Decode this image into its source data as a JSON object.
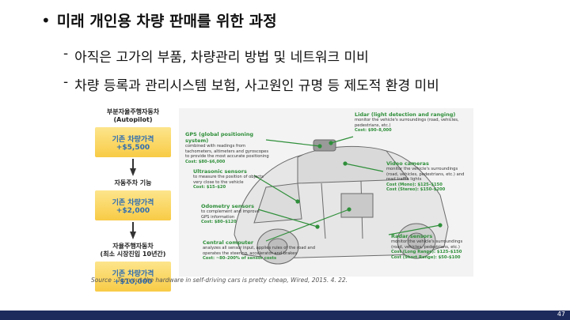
{
  "slide": {
    "heading": "미래 개인용 차량 판매를 위한 과정",
    "bullet_symbol": "•",
    "sub_bullets": [
      {
        "dash": "-",
        "text": "아직은 고가의 부품, 차량관리 방법 및 네트워크 미비"
      },
      {
        "dash": "-",
        "text": "차량 등록과 관리시스템 보험, 사고원인 규명 등 제도적 환경 미비"
      }
    ],
    "source": "Source : Turn out the hardware in self-driving cars is pretty cheap, Wired, 2015. 4. 22.",
    "page_number": "47"
  },
  "flow": {
    "stage1_label_line1": "부분자율주행자동차",
    "stage1_label_line2": "(Autopilot)",
    "stage1_price_title": "기존 차량가격",
    "stage1_price_value": "+$5,500",
    "stage2_label": "자동주차 기능",
    "stage2_price_title": "기존 차량가격",
    "stage2_price_value": "+$2,000",
    "stage3_label_line1": "자율주행자동차",
    "stage3_label_line2": "(최소 시장진입 10년간)",
    "stage3_price_title": "기존 차량가격",
    "stage3_price_value": "+$10,000"
  },
  "figure": {
    "gps": {
      "title": "GPS (global positioning system)",
      "desc": "combined with readings from tachometers, altimeters and gyroscopes to provide the most accurate positioning",
      "cost": "Cost: $80–$6,000"
    },
    "lidar": {
      "title": "Lidar (light detection and ranging)",
      "desc": "monitor the vehicle's surroundings (road, vehicles, pedestrians, etc.)",
      "cost": "Cost: $90–8,000"
    },
    "ultrasonic": {
      "title": "Ultrasonic sensors",
      "desc": "to measure the position of objects very close to the vehicle",
      "cost": "Cost: $15–$20"
    },
    "video": {
      "title": "Video cameras",
      "desc": "monitor the vehicle's surroundings (road, vehicles, pedestrians, etc.) and read traffic lights",
      "cost1": "Cost (Mono): $125–$150",
      "cost2": "Cost (Stereo): $150–$200"
    },
    "odometry": {
      "title": "Odometry sensors",
      "desc": "to complement and improve GPS information",
      "cost": "Cost: $80–$120"
    },
    "central": {
      "title": "Central computer",
      "desc": "analyzes all sensor input, applies rules of the road and operates the steering, accelerator and brakes",
      "cost": "Cost: ~80–200% of sensor costs"
    },
    "radar": {
      "title": "Radar sensors",
      "desc": "monitor the vehicle's surroundings (road, vehicles, pedestrians, etc.)",
      "cost1": "Cost (Long Range): $125–$150",
      "cost2": "Cost (Short Range): $50–$100"
    }
  },
  "colors": {
    "footer": "#1d2b5c",
    "price_box": "#f8cb45",
    "price_text": "#2e6db2",
    "annotation_title": "#2f8f3a"
  }
}
